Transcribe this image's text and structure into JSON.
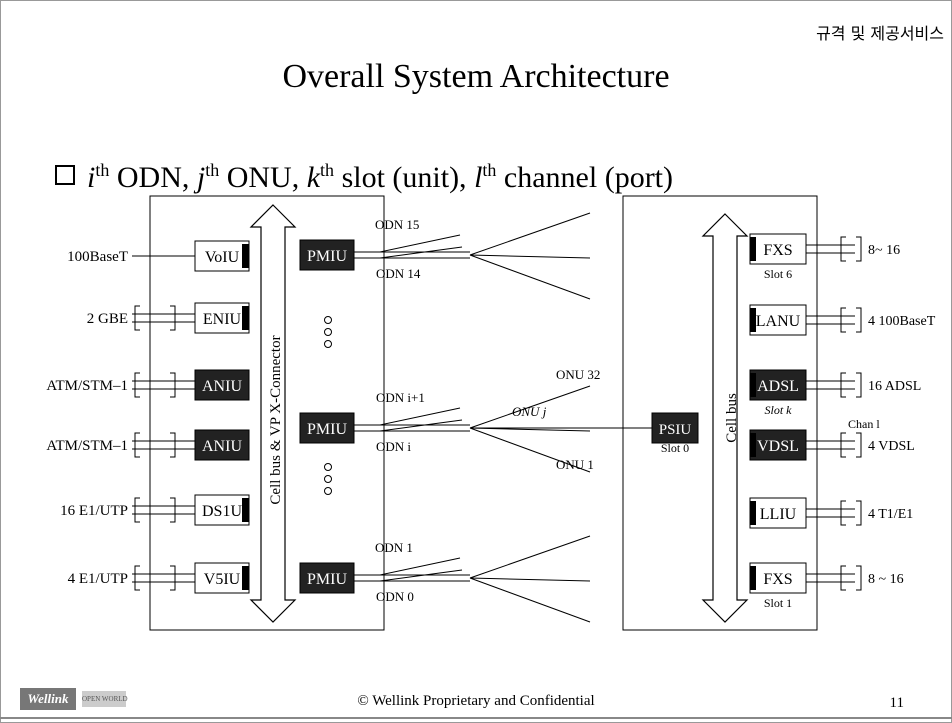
{
  "header": {
    "top_right": "규격 및 제공서비스"
  },
  "title": "Overall System Architecture",
  "bullet": {
    "text": " ODN, j th ONU, k th slot (unit), l th channel (port)",
    "parts": [
      {
        "v": "i"
      },
      {
        "s": "th"
      },
      {
        "t": " ODN, "
      },
      {
        "v": "j"
      },
      {
        "s": "th"
      },
      {
        "t": " ONU, "
      },
      {
        "v": "k"
      },
      {
        "s": "th"
      },
      {
        "t": " slot (unit), "
      },
      {
        "v": "l"
      },
      {
        "s": "th"
      },
      {
        "t": " channel (port)"
      }
    ]
  },
  "olt": {
    "bus_label": "Cell bus & VP X-Connector",
    "left_units": [
      {
        "name": "VoIU",
        "dark": false,
        "ext": "100BaseT",
        "conn": "single"
      },
      {
        "name": "ENIU",
        "dark": false,
        "ext": "2 GBE",
        "conn": "double"
      },
      {
        "name": "ANIU",
        "dark": true,
        "ext": "ATM/STM–1",
        "conn": "double"
      },
      {
        "name": "ANIU",
        "dark": true,
        "ext": "ATM/STM–1",
        "conn": "double"
      },
      {
        "name": "DS1U",
        "dark": false,
        "ext": "16 E1/UTP",
        "conn": "double"
      },
      {
        "name": "V5IU",
        "dark": false,
        "ext": "4 E1/UTP",
        "conn": "double"
      }
    ],
    "pmiu": [
      {
        "name": "PMIU",
        "odn_top": "ODN 15",
        "odn_bottom": "ODN 14"
      },
      {
        "name": "PMIU",
        "odn_top": "ODN i+1",
        "odn_bottom": "ODN i"
      },
      {
        "name": "PMIU",
        "odn_top": "ODN 1",
        "odn_bottom": "ODN 0"
      }
    ]
  },
  "fiber": {
    "onu_top": "ONU 32",
    "onu_mid": "ONU j",
    "onu_bottom": "ONU 1"
  },
  "onu": {
    "bus_label": "Cell bus",
    "psiu": {
      "name": "PSIU",
      "slot": "Slot 0"
    },
    "units": [
      {
        "name": "FXS",
        "dark": false,
        "slot": "Slot 6",
        "ext": "8~ 16",
        "bracket": "double"
      },
      {
        "name": "LANU",
        "dark": false,
        "slot": "",
        "ext": "4 100BaseT",
        "bracket": "double"
      },
      {
        "name": "ADSL",
        "dark": true,
        "slot": "Slot k",
        "ext": "16 ADSL",
        "bracket": "double"
      },
      {
        "name": "VDSL",
        "dark": true,
        "slot": "",
        "ext": "4 VDSL",
        "bracket": "double"
      },
      {
        "name": "LLIU",
        "dark": false,
        "slot": "",
        "ext": "4 T1/E1",
        "bracket": "double"
      },
      {
        "name": "FXS",
        "dark": false,
        "slot": "Slot 1",
        "ext": "8 ~ 16",
        "bracket": "double"
      }
    ],
    "chan_label": "Chan l"
  },
  "footer": {
    "copyright": "© Wellink Proprietary and Confidential",
    "page": "11",
    "logo": "Wellink",
    "logo_sub": "OPEN WORLD"
  },
  "colors": {
    "dark_unit": "#222222",
    "shadow": "#555555",
    "line": "#000000"
  }
}
